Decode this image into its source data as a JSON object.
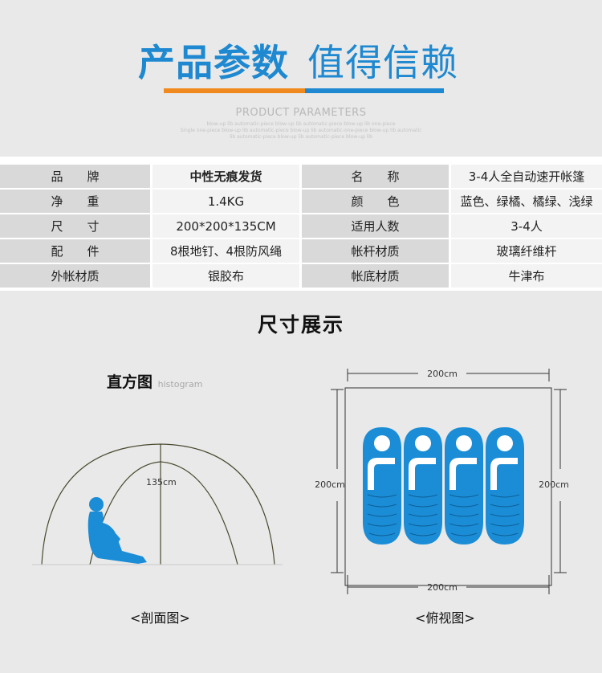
{
  "header": {
    "title_bold": "产品参数",
    "title_light": "值得信赖",
    "subtitle": "PRODUCT PARAMETERS",
    "fine_lines": [
      "blow-up lib automatic-piece blow-up lib automatic-piece blow-up lib one-piece",
      "Single one-piece blow-up lib automatic-piece blow-up lib automatic-one-piece blow-up lib automatic",
      "lib automatic-piece blow-up lib automatic-piece blow-up lib"
    ]
  },
  "params": [
    {
      "label1": "品　　牌",
      "value1": "中性无痕发货",
      "label2": "名　　称",
      "value2": "3-4人全自动速开帐篷"
    },
    {
      "label1": "净　　重",
      "value1": "1.4KG",
      "label2": "颜　　色",
      "value2": "蓝色、绿橘、橘绿、浅绿"
    },
    {
      "label1": "尺　　寸",
      "value1": "200*200*135CM",
      "label2": "适用人数",
      "value2": "3-4人"
    },
    {
      "label1": "配　　件",
      "value1": "8根地钉、4根防风绳",
      "label2": "帐杆材质",
      "value2": "玻璃纤维杆"
    },
    {
      "label1": "外帐材质",
      "value1": "银胶布",
      "label2": "帐底材质",
      "value2": "牛津布"
    }
  ],
  "size_section": {
    "title": "尺寸展示",
    "histogram_label": "直方图",
    "histogram_en": "histogram",
    "side_height": "135cm",
    "top_width": "200cm",
    "bottom_width": "200cm",
    "left_depth": "200cm",
    "right_depth": "200cm",
    "caption_side": "<剖面图>",
    "caption_top": "<俯视图>"
  },
  "colors": {
    "brand_blue": "#1e88d0",
    "accent_orange": "#f18a1e",
    "figure_blue": "#1b8dd6"
  }
}
